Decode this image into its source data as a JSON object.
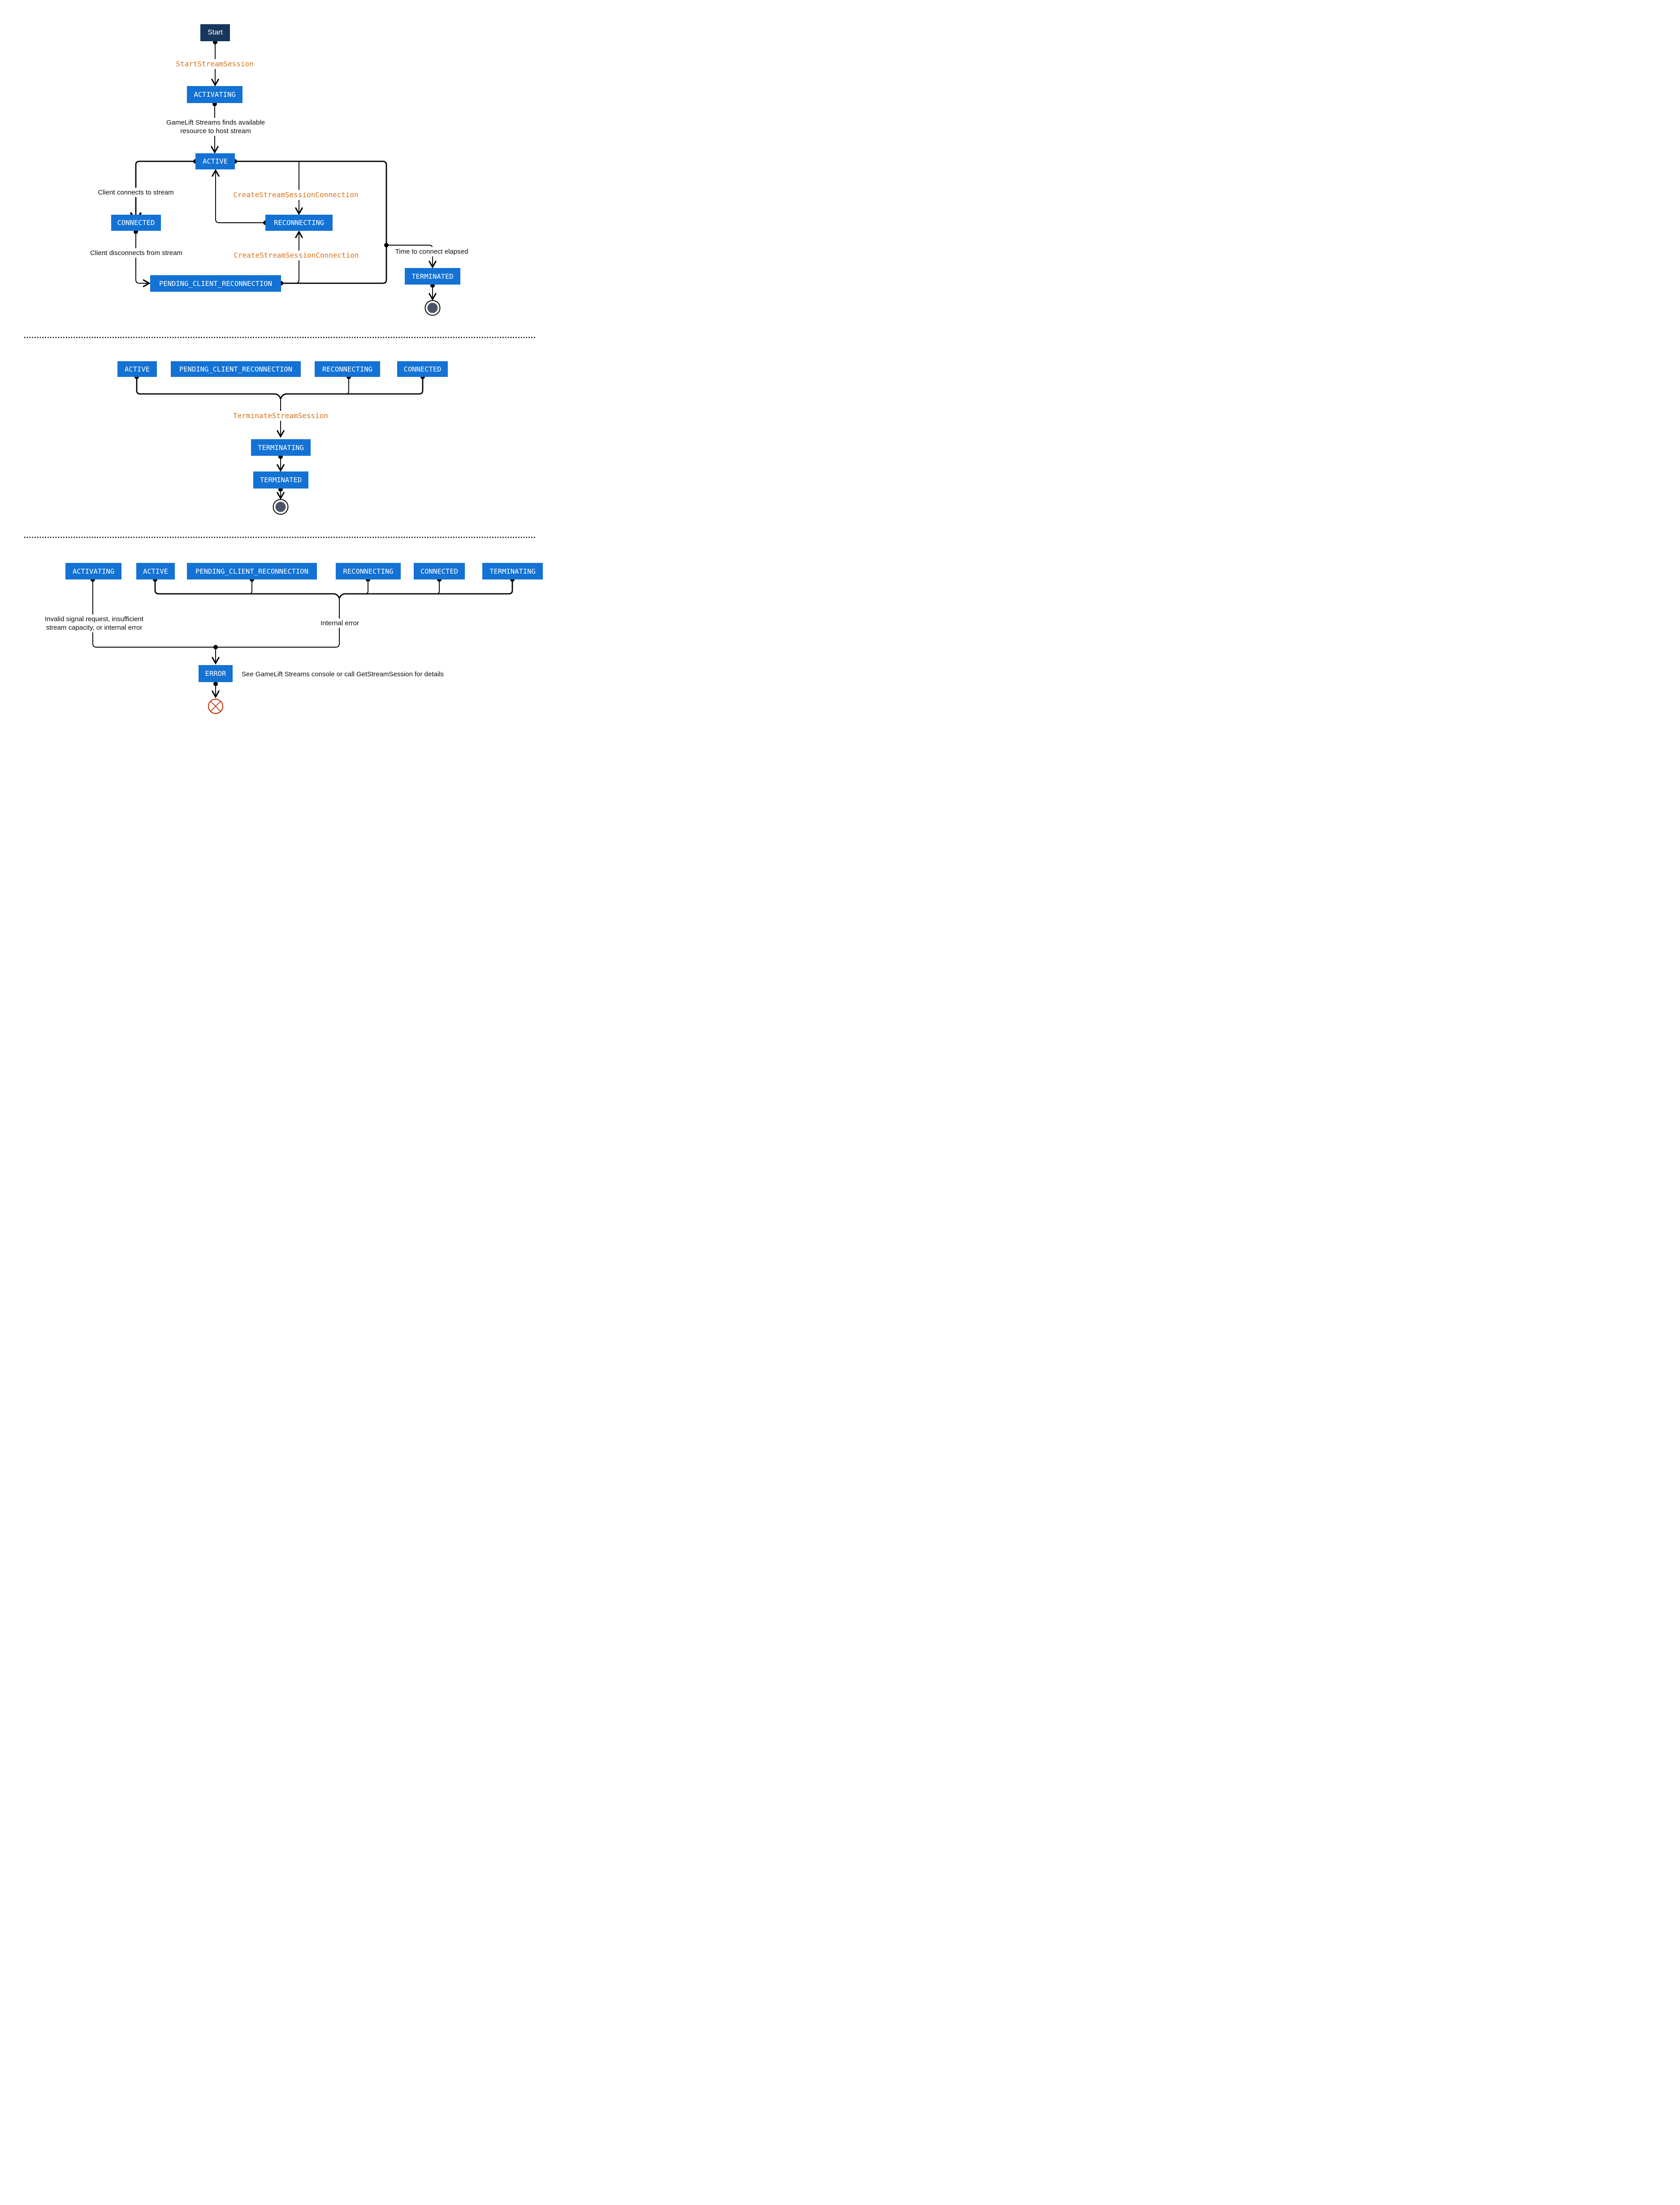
{
  "colors": {
    "state_box_blue": "#1372d4",
    "start_box_navy": "#16365d",
    "api_label_orange": "#d87218",
    "line_black": "#000000",
    "end_state_fill": "#4a5568",
    "error_circle_red": "#c03a10"
  },
  "section1": {
    "nodes": {
      "start": "Start",
      "activating": "ACTIVATING",
      "active": "ACTIVE",
      "connected": "CONNECTED",
      "reconnecting": "RECONNECTING",
      "pending": "PENDING_CLIENT_RECONNECTION",
      "terminated": "TERMINATED"
    },
    "edge_labels": {
      "start_stream_session": "StartStreamSession",
      "finds_resource_line1": "GameLift Streams finds available",
      "finds_resource_line2": "resource to host stream",
      "client_connects": "Client connects to stream",
      "create_connection_upper": "CreateStreamSessionConnection",
      "client_disconnects": "Client disconnects from stream",
      "create_connection_lower": "CreateStreamSessionConnection",
      "time_to_connect": "Time to connect elapsed"
    }
  },
  "section2": {
    "nodes": {
      "active": "ACTIVE",
      "pending": "PENDING_CLIENT_RECONNECTION",
      "reconnecting": "RECONNECTING",
      "connected": "CONNECTED",
      "terminating": "TERMINATING",
      "terminated": "TERMINATED"
    },
    "edge_labels": {
      "terminate_stream_session": "TerminateStreamSession"
    }
  },
  "section3": {
    "nodes": {
      "activating": "ACTIVATING",
      "active": "ACTIVE",
      "pending": "PENDING_CLIENT_RECONNECTION",
      "reconnecting": "RECONNECTING",
      "connected": "CONNECTED",
      "terminating": "TERMINATING",
      "error": "ERROR"
    },
    "edge_labels": {
      "invalid_request_line1": "Invalid signal request, insufficient",
      "invalid_request_line2": "stream capacity, or internal error",
      "internal_error": "Internal error",
      "error_details": "See GameLift Streams console or call GetStreamSession for details"
    }
  }
}
